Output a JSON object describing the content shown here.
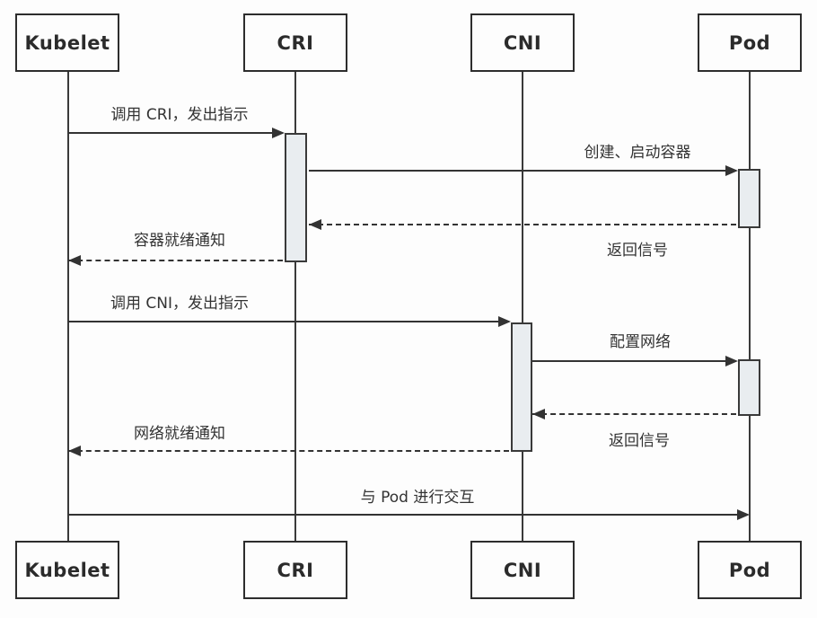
{
  "diagram": {
    "type": "sequence-diagram",
    "topic": "Kubelet / CRI / CNI / Pod interaction",
    "actors": [
      {
        "id": "kubelet",
        "label": "Kubelet"
      },
      {
        "id": "cri",
        "label": "CRI"
      },
      {
        "id": "cni",
        "label": "CNI"
      },
      {
        "id": "pod",
        "label": "Pod"
      }
    ],
    "messages": [
      {
        "from": "kubelet",
        "to": "cri",
        "label": "调用 CRI，发出指示",
        "style": "solid"
      },
      {
        "from": "cri",
        "to": "pod",
        "label": "创建、启动容器",
        "style": "solid"
      },
      {
        "from": "pod",
        "to": "cri",
        "label": "返回信号",
        "style": "dashed"
      },
      {
        "from": "cri",
        "to": "kubelet",
        "label": "容器就绪通知",
        "style": "dashed"
      },
      {
        "from": "kubelet",
        "to": "cni",
        "label": "调用 CNI，发出指示",
        "style": "solid"
      },
      {
        "from": "cni",
        "to": "pod",
        "label": "配置网络",
        "style": "solid"
      },
      {
        "from": "pod",
        "to": "cni",
        "label": "返回信号",
        "style": "dashed"
      },
      {
        "from": "cni",
        "to": "kubelet",
        "label": "网络就绪通知",
        "style": "dashed"
      },
      {
        "from": "kubelet",
        "to": "pod",
        "label": "与 Pod 进行交互",
        "style": "solid"
      }
    ],
    "activations": [
      {
        "actor": "cri",
        "covers": "messages 1-4"
      },
      {
        "actor": "pod",
        "covers": "messages 2-3"
      },
      {
        "actor": "cni",
        "covers": "messages 5-8"
      },
      {
        "actor": "pod",
        "covers": "messages 6-7"
      }
    ],
    "colors": {
      "background": "#fdfdfd",
      "line": "#333333",
      "box_border": "#2d2d2d",
      "activation_fill": "#e9edf0",
      "text": "#2b2b2b"
    }
  }
}
